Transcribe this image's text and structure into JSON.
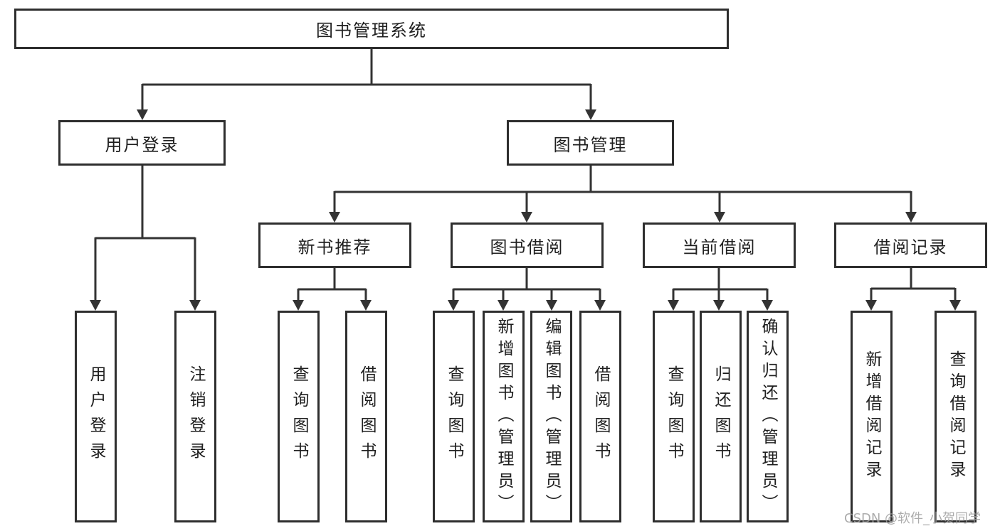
{
  "tree": {
    "label": "图书管理系统",
    "children": [
      {
        "label": "用户登录",
        "children": [
          {
            "label": "用户登录"
          },
          {
            "label": "注销登录"
          }
        ]
      },
      {
        "label": "图书管理",
        "children": [
          {
            "label": "新书推荐",
            "children": [
              {
                "label": "查询图书"
              },
              {
                "label": "借阅图书"
              }
            ]
          },
          {
            "label": "图书借阅",
            "children": [
              {
                "label": "查询图书"
              },
              {
                "label": "新增图书（管理员）"
              },
              {
                "label": "编辑图书（管理员）"
              },
              {
                "label": "借阅图书"
              }
            ]
          },
          {
            "label": "当前借阅",
            "children": [
              {
                "label": "查询图书"
              },
              {
                "label": "归还图书"
              },
              {
                "label": "确认归还（管理员）"
              }
            ]
          },
          {
            "label": "借阅记录",
            "children": [
              {
                "label": "新增借阅记录"
              },
              {
                "label": "查询借阅记录"
              }
            ]
          }
        ]
      }
    ]
  },
  "watermark": {
    "text": "CSDN @软件_小贺同学"
  },
  "colors": {
    "line": "#333333",
    "box_border": "#2e2e2e",
    "text": "#1f1f1f",
    "watermark": "#9e9e9e",
    "background": "#ffffff"
  }
}
